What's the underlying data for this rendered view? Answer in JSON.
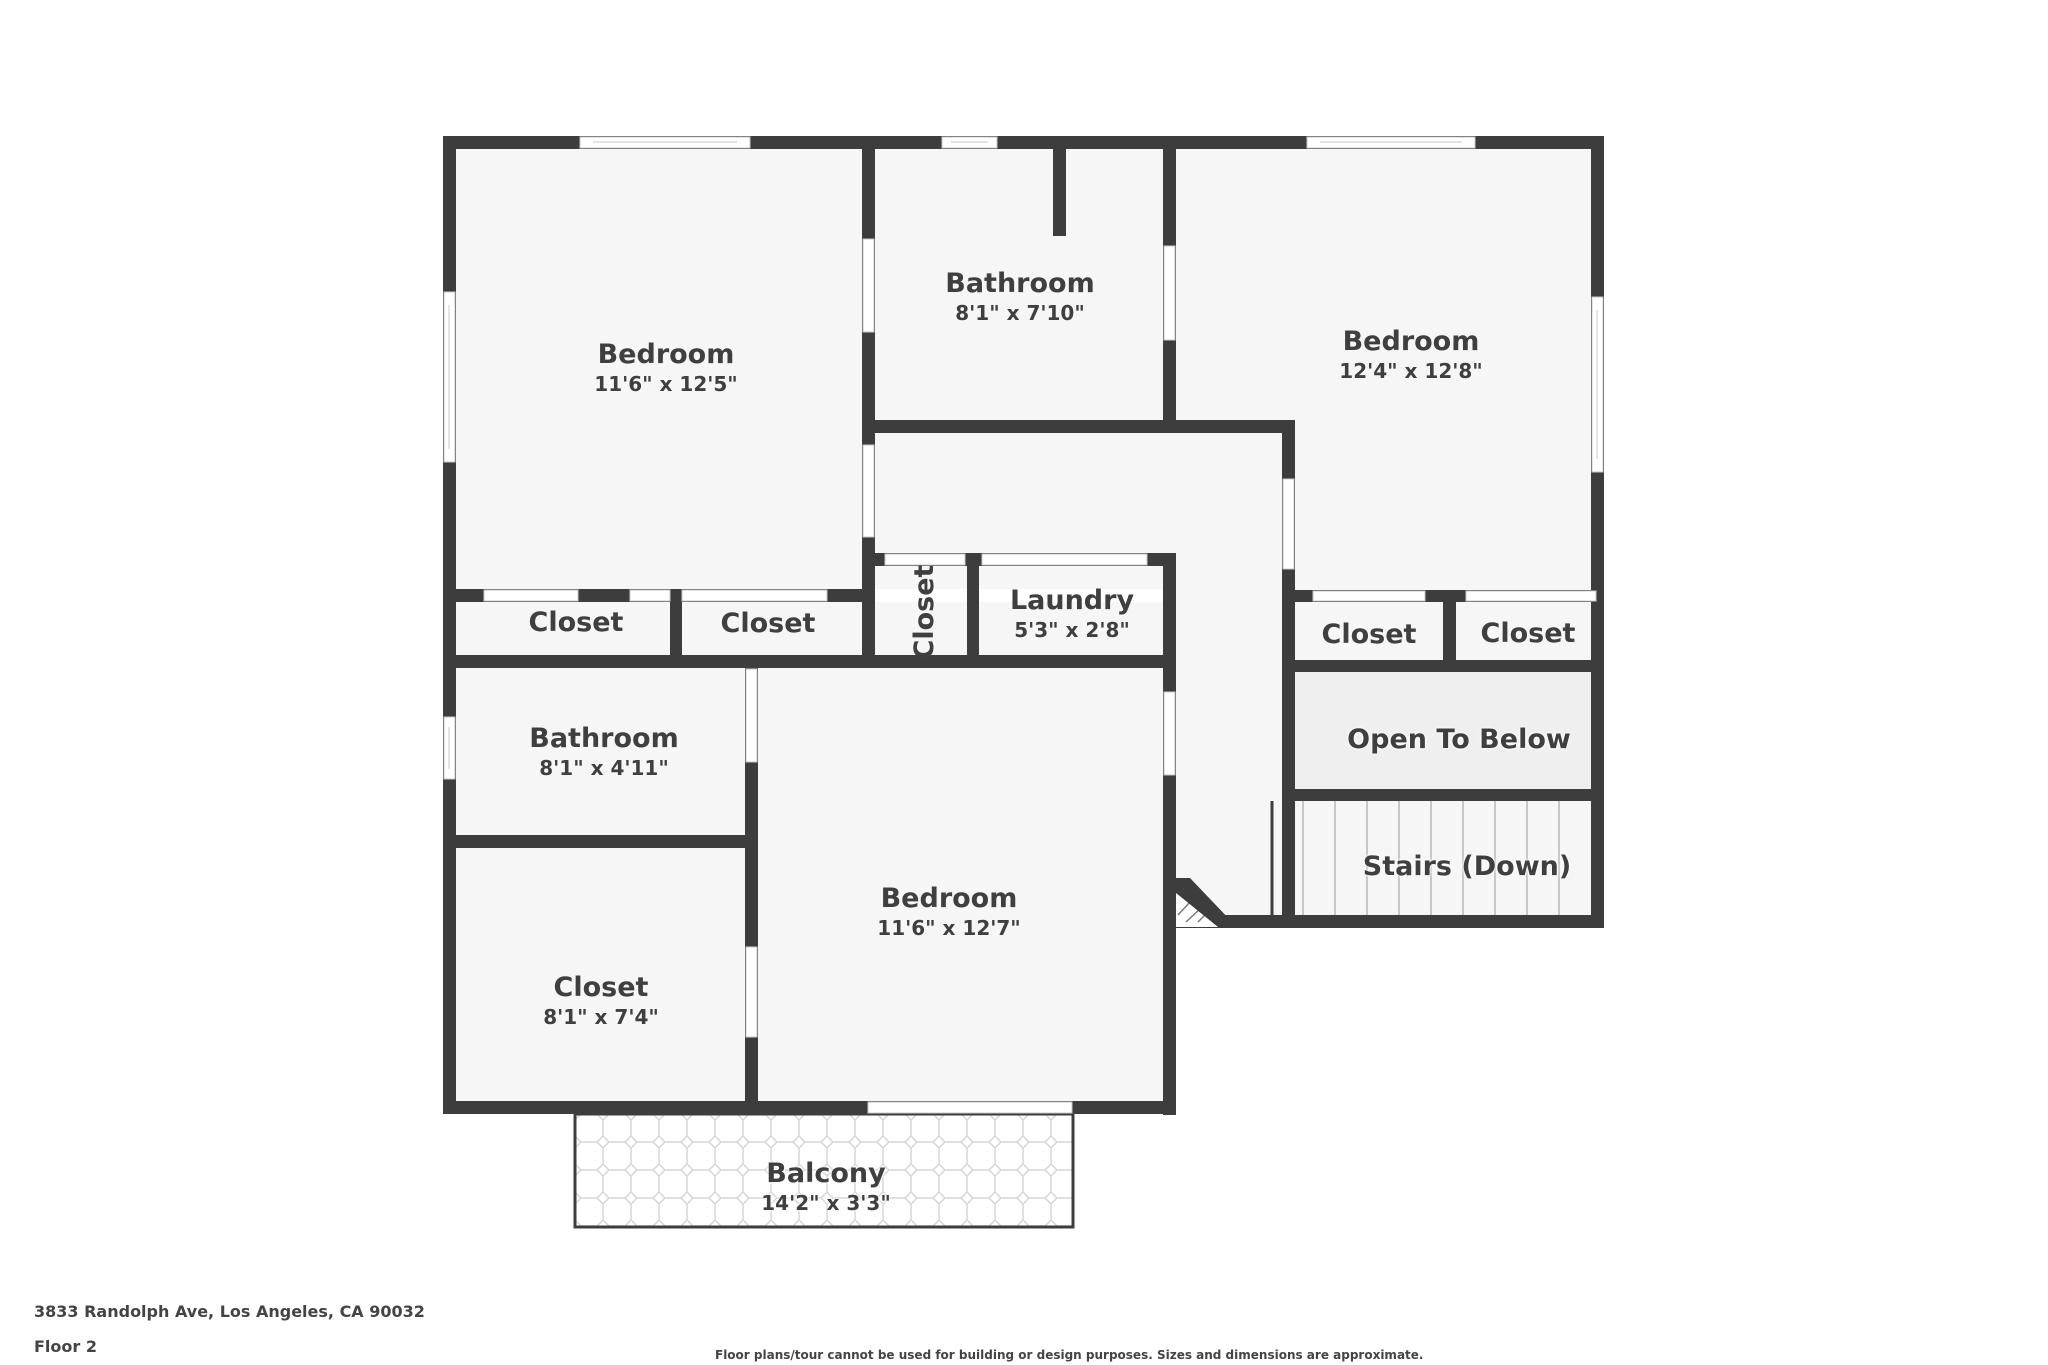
{
  "floorplan": {
    "colors": {
      "wall": "#3d3d3d",
      "floor": "#f6f6f6",
      "open_to_below": "#efefef",
      "door_gap": "#ffffff",
      "tile_line": "#d6d6d6"
    },
    "rooms": [
      {
        "id": "bedroom-top-left",
        "name": "Bedroom",
        "dims": "11'6\" x 12'5\""
      },
      {
        "id": "bathroom-top",
        "name": "Bathroom",
        "dims": "8'1\" x 7'10\""
      },
      {
        "id": "bedroom-top-right",
        "name": "Bedroom",
        "dims": "12'4\" x 12'8\""
      },
      {
        "id": "closet-1",
        "name": "Closet"
      },
      {
        "id": "closet-2",
        "name": "Closet"
      },
      {
        "id": "closet-3",
        "name": "Closet"
      },
      {
        "id": "laundry",
        "name": "Laundry",
        "dims": "5'3\" x 2'8\""
      },
      {
        "id": "closet-4",
        "name": "Closet"
      },
      {
        "id": "closet-5",
        "name": "Closet"
      },
      {
        "id": "open-to-below",
        "name": "Open To Below"
      },
      {
        "id": "stairs",
        "name": "Stairs (Down)"
      },
      {
        "id": "bathroom-lower",
        "name": "Bathroom",
        "dims": "8'1\" x 4'11\""
      },
      {
        "id": "closet-walkin",
        "name": "Closet",
        "dims": "8'1\" x 7'4\""
      },
      {
        "id": "bedroom-lower",
        "name": "Bedroom",
        "dims": "11'6\" x 12'7\""
      },
      {
        "id": "balcony",
        "name": "Balcony",
        "dims": "14'2\" x 3'3\""
      }
    ]
  },
  "footer": {
    "address": "3833 Randolph Ave, Los Angeles, CA 90032",
    "floor": "Floor 2",
    "disclaimer": "Floor plans/tour cannot be used for building or design purposes. Sizes and dimensions are approximate."
  }
}
